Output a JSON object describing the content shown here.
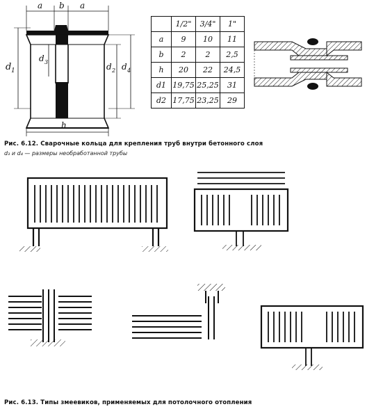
{
  "figure_6_12": {
    "drawing_labels": {
      "a_left": "a",
      "b": "b",
      "a_right": "a",
      "d1": "d",
      "d1_sub": "1",
      "d3": "d",
      "d3_sub": "3",
      "d2": "d",
      "d2_sub": "2",
      "d4": "d",
      "d4_sub": "4",
      "h": "h"
    },
    "table": {
      "columns": [
        "1/2\"",
        "3/4\"",
        "1\""
      ],
      "rows": [
        {
          "label": "a",
          "values": [
            "9",
            "10",
            "11"
          ]
        },
        {
          "label": "b",
          "values": [
            "2",
            "2",
            "2,5"
          ]
        },
        {
          "label": "h",
          "values": [
            "20",
            "22",
            "24,5"
          ]
        },
        {
          "label": "d1",
          "values": [
            "19,75",
            "25,25",
            "31"
          ]
        },
        {
          "label": "d2",
          "values": [
            "17,75",
            "23,25",
            "29"
          ]
        }
      ]
    },
    "caption": "Рис. 6.12. Сварочные кольца для крепления труб внутри бетонного слоя",
    "note": "d₃ и d₄ — размеры необработанной трубы"
  },
  "figure_6_13": {
    "caption": "Рис. 6.13. Типы змеевиков, применяемых для потолочного отопления"
  }
}
